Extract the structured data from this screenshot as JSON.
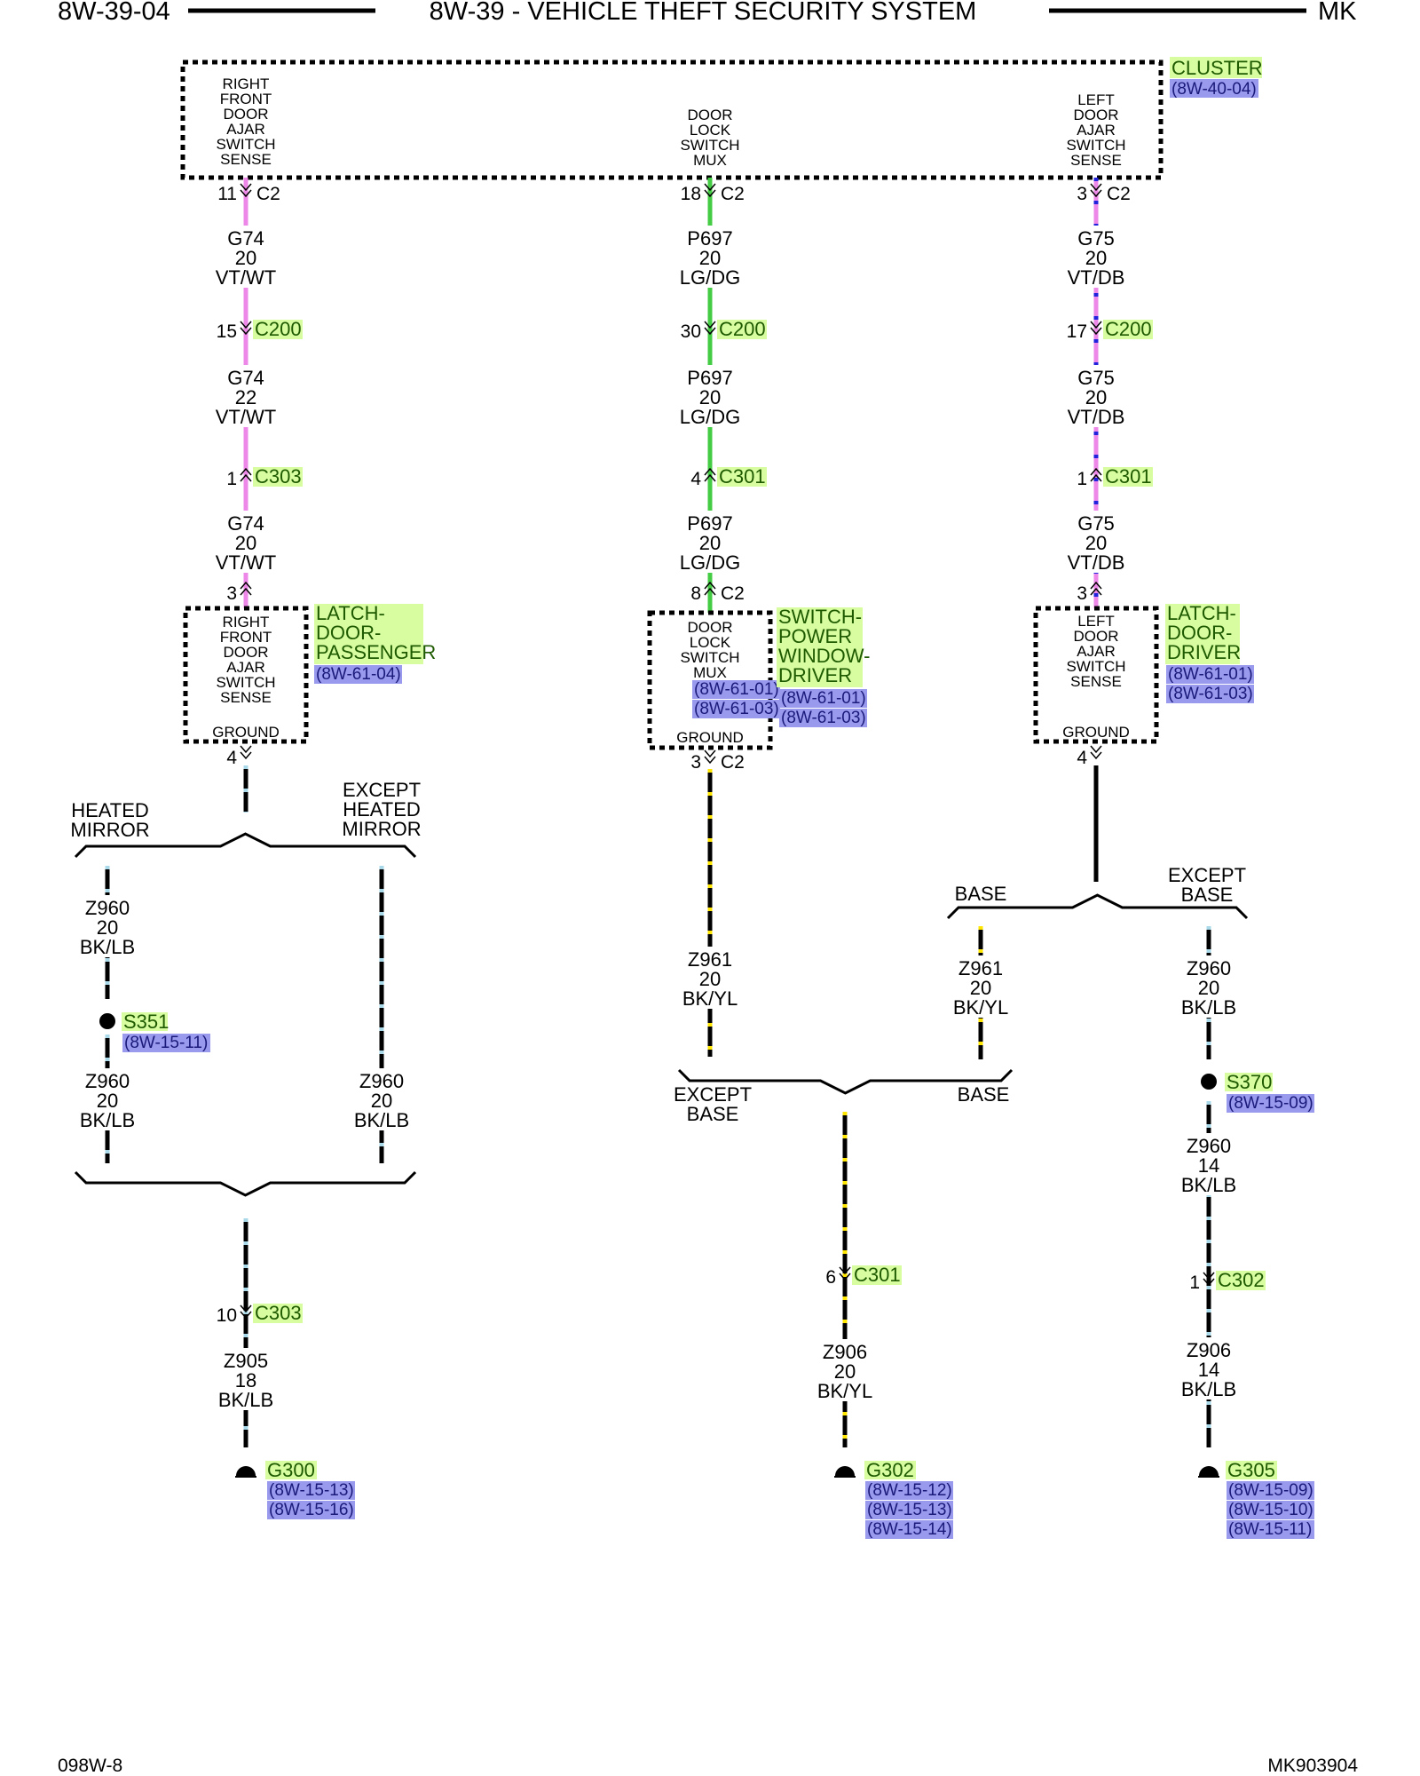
{
  "header": {
    "left": "8W-39-04",
    "title": "8W-39 - VEHICLE THEFT SECURITY SYSTEM",
    "right": "MK"
  },
  "footer": {
    "left": "098W-8",
    "right": "MK903904"
  },
  "colors": {
    "violet_white": "#ee88e8",
    "light_green": "#44cc44",
    "blue": "#2222dd",
    "black": "#000000",
    "yellow": "#ffe600",
    "light_blue": "#a9d8e8",
    "label_green": "#d8fca0",
    "label_blue": "#9999ee"
  },
  "cluster": {
    "name": "CLUSTER",
    "ref": "(8W-40-04)",
    "pins": [
      {
        "lines": [
          "RIGHT",
          "FRONT",
          "DOOR",
          "AJAR",
          "SWITCH",
          "SENSE"
        ]
      },
      {
        "lines": [
          "DOOR",
          "LOCK",
          "SWITCH",
          "MUX"
        ]
      },
      {
        "lines": [
          "LEFT",
          "DOOR",
          "AJAR",
          "SWITCH",
          "SENSE"
        ]
      }
    ]
  },
  "columns": [
    {
      "pin_top": "11",
      "conn_top": "C2",
      "wires": [
        {
          "id": "G74",
          "gauge": "20",
          "color": "VT/WT"
        },
        {
          "id": "G74",
          "gauge": "22",
          "color": "VT/WT"
        },
        {
          "id": "G74",
          "gauge": "20",
          "color": "VT/WT"
        }
      ],
      "connectors": [
        {
          "pin": "15",
          "name": "C200"
        },
        {
          "pin": "1",
          "name": "C303"
        }
      ],
      "comp_pin_in": "3",
      "component": {
        "name_lines": [
          "LATCH-",
          "DOOR-",
          "PASSENGER"
        ],
        "refs": [
          "(8W-61-04)"
        ],
        "lines": [
          "RIGHT",
          "FRONT",
          "DOOR",
          "AJAR",
          "SWITCH",
          "SENSE"
        ],
        "ground": "GROUND"
      },
      "comp_pin_out": "4"
    },
    {
      "pin_top": "18",
      "conn_top": "C2",
      "wires": [
        {
          "id": "P697",
          "gauge": "20",
          "color": "LG/DG"
        },
        {
          "id": "P697",
          "gauge": "20",
          "color": "LG/DG"
        },
        {
          "id": "P697",
          "gauge": "20",
          "color": "LG/DG"
        }
      ],
      "connectors": [
        {
          "pin": "30",
          "name": "C200"
        },
        {
          "pin": "4",
          "name": "C301"
        }
      ],
      "comp_pin_in": "8",
      "comp_conn_in": "C2",
      "component": {
        "name_lines": [
          "SWITCH-",
          "POWER",
          "WINDOW-",
          "DRIVER"
        ],
        "refs": [
          "(8W-61-01)",
          "(8W-61-03)"
        ],
        "inner_refs": [
          "(8W-61-01)",
          "(8W-61-03)"
        ],
        "lines": [
          "DOOR",
          "LOCK",
          "SWITCH",
          "MUX"
        ],
        "ground": "GROUND"
      },
      "comp_pin_out": "3",
      "comp_conn_out": "C2"
    },
    {
      "pin_top": "3",
      "conn_top": "C2",
      "wires": [
        {
          "id": "G75",
          "gauge": "20",
          "color": "VT/DB"
        },
        {
          "id": "G75",
          "gauge": "20",
          "color": "VT/DB"
        },
        {
          "id": "G75",
          "gauge": "20",
          "color": "VT/DB"
        }
      ],
      "connectors": [
        {
          "pin": "17",
          "name": "C200"
        },
        {
          "pin": "1",
          "name": "C301"
        }
      ],
      "comp_pin_in": "3",
      "component": {
        "name_lines": [
          "LATCH-",
          "DOOR-",
          "DRIVER"
        ],
        "refs": [
          "(8W-61-01)",
          "(8W-61-03)"
        ],
        "lines": [
          "LEFT",
          "DOOR",
          "AJAR",
          "SWITCH",
          "SENSE"
        ],
        "ground": "GROUND"
      },
      "comp_pin_out": "4"
    }
  ],
  "left_ground": {
    "option_left": [
      "HEATED",
      "MIRROR"
    ],
    "option_right": [
      "EXCEPT",
      "HEATED",
      "MIRROR"
    ],
    "wire_a": {
      "id": "Z960",
      "gauge": "20",
      "color": "BK/LB"
    },
    "splice": {
      "name": "S351",
      "ref": "(8W-15-11)"
    },
    "wire_b": {
      "id": "Z960",
      "gauge": "20",
      "color": "BK/LB"
    },
    "wire_c": {
      "id": "Z960",
      "gauge": "20",
      "color": "BK/LB"
    },
    "connector": {
      "pin": "10",
      "name": "C303"
    },
    "wire_d": {
      "id": "Z905",
      "gauge": "18",
      "color": "BK/LB"
    },
    "ground": {
      "name": "G300",
      "refs": [
        "(8W-15-13)",
        "(8W-15-16)"
      ]
    }
  },
  "mid_ground": {
    "wire_a": {
      "id": "Z961",
      "gauge": "20",
      "color": "BK/YL"
    },
    "option_left": [
      "EXCEPT",
      "BASE"
    ],
    "option_right": [
      "BASE"
    ],
    "connector": {
      "pin": "6",
      "name": "C301"
    },
    "wire_b": {
      "id": "Z906",
      "gauge": "20",
      "color": "BK/YL"
    },
    "ground": {
      "name": "G302",
      "refs": [
        "(8W-15-12)",
        "(8W-15-13)",
        "(8W-15-14)"
      ]
    }
  },
  "right_ground": {
    "option_left": [
      "BASE"
    ],
    "option_right": [
      "EXCEPT",
      "BASE"
    ],
    "wire_base": {
      "id": "Z961",
      "gauge": "20",
      "color": "BK/YL"
    },
    "wire_a": {
      "id": "Z960",
      "gauge": "20",
      "color": "BK/LB"
    },
    "splice": {
      "name": "S370",
      "ref": "(8W-15-09)"
    },
    "wire_b": {
      "id": "Z960",
      "gauge": "14",
      "color": "BK/LB"
    },
    "connector": {
      "pin": "1",
      "name": "C302"
    },
    "wire_c": {
      "id": "Z906",
      "gauge": "14",
      "color": "BK/LB"
    },
    "ground": {
      "name": "G305",
      "refs": [
        "(8W-15-09)",
        "(8W-15-10)",
        "(8W-15-11)"
      ]
    }
  }
}
